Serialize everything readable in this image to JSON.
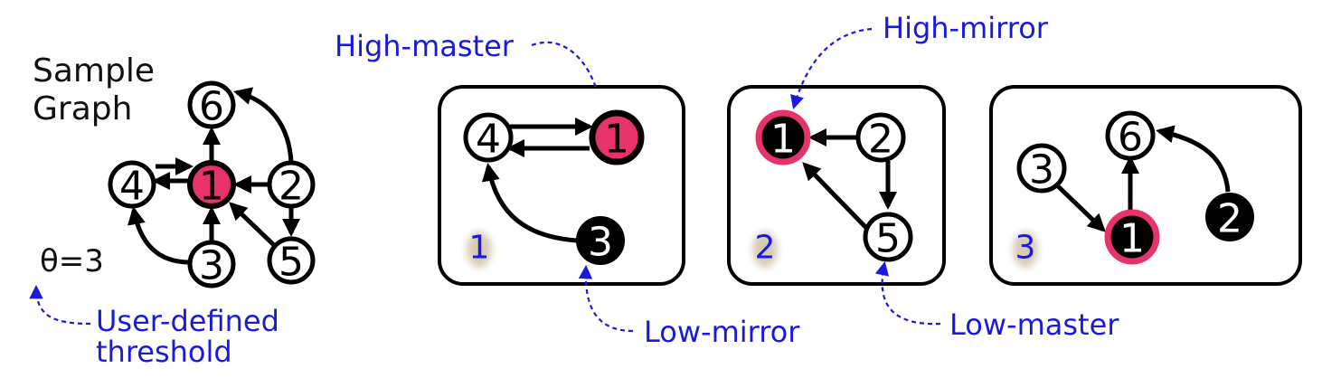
{
  "sample_graph": {
    "title_line1": "Sample",
    "title_line2": "Graph",
    "threshold": "θ=3",
    "nodes": {
      "n6": "6",
      "n4": "4",
      "n1": "1",
      "n2": "2",
      "n3": "3",
      "n5": "5"
    }
  },
  "partitions": [
    {
      "id": "1",
      "nodes": {
        "a": "4",
        "b": "1",
        "c": "3"
      }
    },
    {
      "id": "2",
      "nodes": {
        "a": "1",
        "b": "2",
        "c": "5"
      }
    },
    {
      "id": "3",
      "nodes": {
        "a": "6",
        "b": "3",
        "c": "1",
        "d": "2"
      }
    }
  ],
  "annotations": {
    "high_master": "High-master",
    "high_mirror": "High-mirror",
    "low_mirror": "Low-mirror",
    "low_master": "Low-master",
    "user_defined_line1": "User-defined",
    "user_defined_line2": "threshold"
  },
  "colors": {
    "high_degree_fill": "#e8336a",
    "mirror_fill": "#000000",
    "annotation_blue": "#1a1adc"
  }
}
